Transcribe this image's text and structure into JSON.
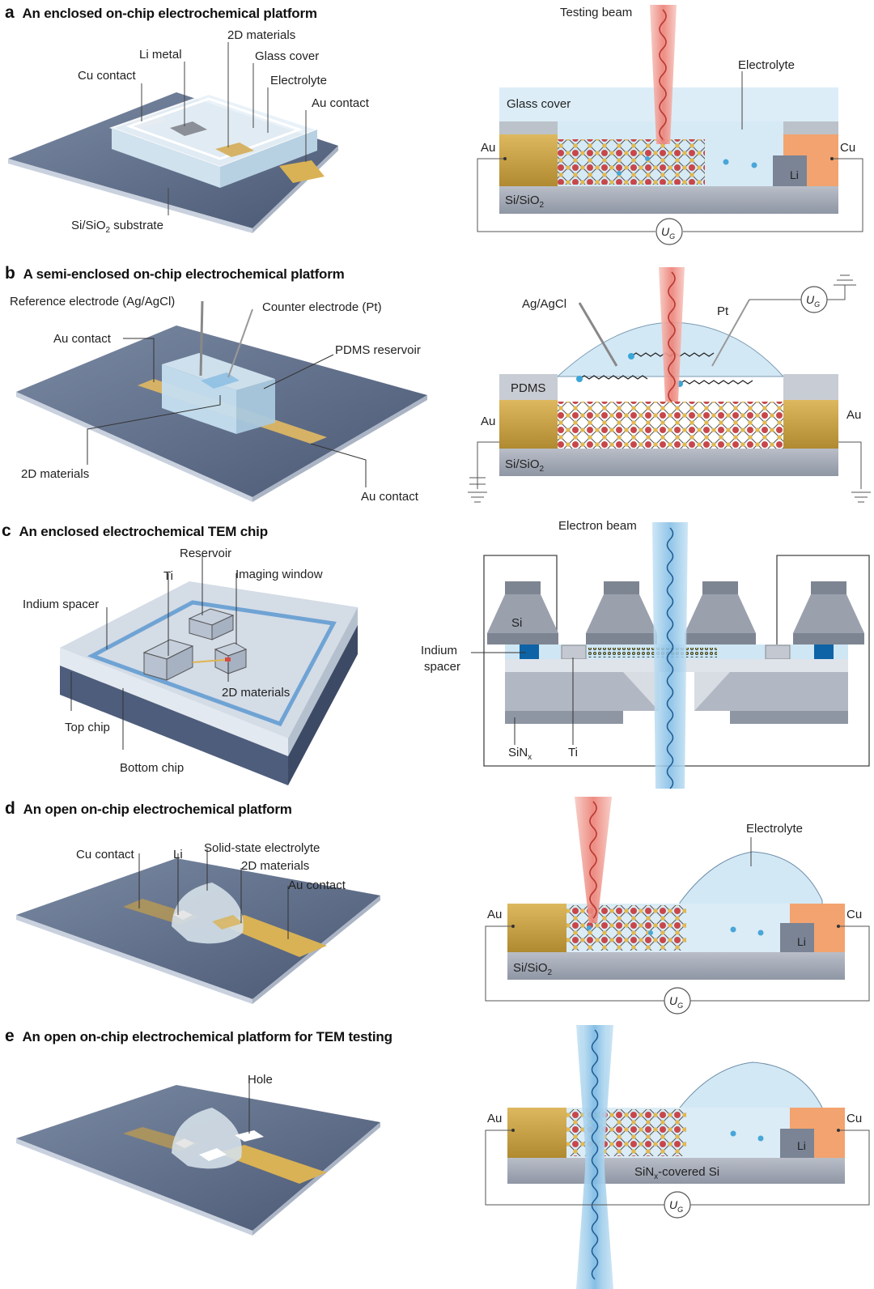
{
  "panels": [
    {
      "letter": "a",
      "title": "An enclosed on-chip electrochemical platform"
    },
    {
      "letter": "b",
      "title": "A semi-enclosed on-chip electrochemical platform"
    },
    {
      "letter": "c",
      "title": "An enclosed electrochemical TEM chip"
    },
    {
      "letter": "d",
      "title": "An open on-chip electrochemical platform"
    },
    {
      "letter": "e",
      "title": "An open on-chip electrochemical platform for TEM testing"
    }
  ],
  "a": {
    "left": {
      "cu_contact": "Cu contact",
      "li_metal": "Li metal",
      "materials_2d": "2D materials",
      "glass_cover": "Glass cover",
      "electrolyte": "Electrolyte",
      "au_contact": "Au contact",
      "substrate": "Si/SiO",
      "substrate_sub": "2",
      "substrate_tail": " substrate"
    },
    "right": {
      "testing_beam": "Testing beam",
      "electrolyte": "Electrolyte",
      "glass_cover": "Glass cover",
      "au": "Au",
      "cu": "Cu",
      "li": "Li",
      "sisio": "Si/SiO",
      "sisio_sub": "2",
      "ug": "U",
      "ug_sub": "G"
    }
  },
  "b": {
    "left": {
      "reference": "Reference electrode (Ag/AgCl)",
      "counter": "Counter electrode (Pt)",
      "au_contact": "Au contact",
      "pdms": "PDMS reservoir",
      "materials_2d": "2D materials",
      "au_contact_2": "Au contact"
    },
    "right": {
      "agagcl": "Ag/AgCl",
      "pt": "Pt",
      "pdms": "PDMS",
      "au_left": "Au",
      "au_right": "Au",
      "sisio": "Si/SiO",
      "sisio_sub": "2",
      "ug": "U",
      "ug_sub": "G"
    }
  },
  "c": {
    "left": {
      "reservoir": "Reservoir",
      "ti": "Ti",
      "imaging_window": "Imaging window",
      "indium_spacer": "Indium spacer",
      "materials_2d": "2D materials",
      "top_chip": "Top chip",
      "bottom_chip": "Bottom chip"
    },
    "right": {
      "electron_beam": "Electron beam",
      "si": "Si",
      "indium_1": "Indium",
      "indium_2": "spacer",
      "sinx": "SiN",
      "sinx_sub": "x",
      "ti": "Ti"
    }
  },
  "d": {
    "left": {
      "cu_contact": "Cu contact",
      "li": "Li",
      "sse": "Solid-state electrolyte",
      "materials_2d": "2D materials",
      "au_contact": "Au contact"
    },
    "right": {
      "electrolyte": "Electrolyte",
      "au": "Au",
      "cu": "Cu",
      "li": "Li",
      "sisio": "Si/SiO",
      "sisio_sub": "2",
      "ug": "U",
      "ug_sub": "G"
    }
  },
  "e": {
    "left": {
      "hole": "Hole"
    },
    "right": {
      "au": "Au",
      "cu": "Cu",
      "li": "Li",
      "sinx_a": "SiN",
      "sinx_sub": "x",
      "sinx_b": "-covered Si",
      "ug": "U",
      "ug_sub": "G"
    }
  },
  "colors": {
    "substrate": "#5b6b86",
    "au": "#c9a346",
    "cu": "#f4a36e",
    "electrolyte": "#d8ecf7",
    "red_beam": "#e8605a",
    "blue_beam": "#4d9bd6"
  }
}
